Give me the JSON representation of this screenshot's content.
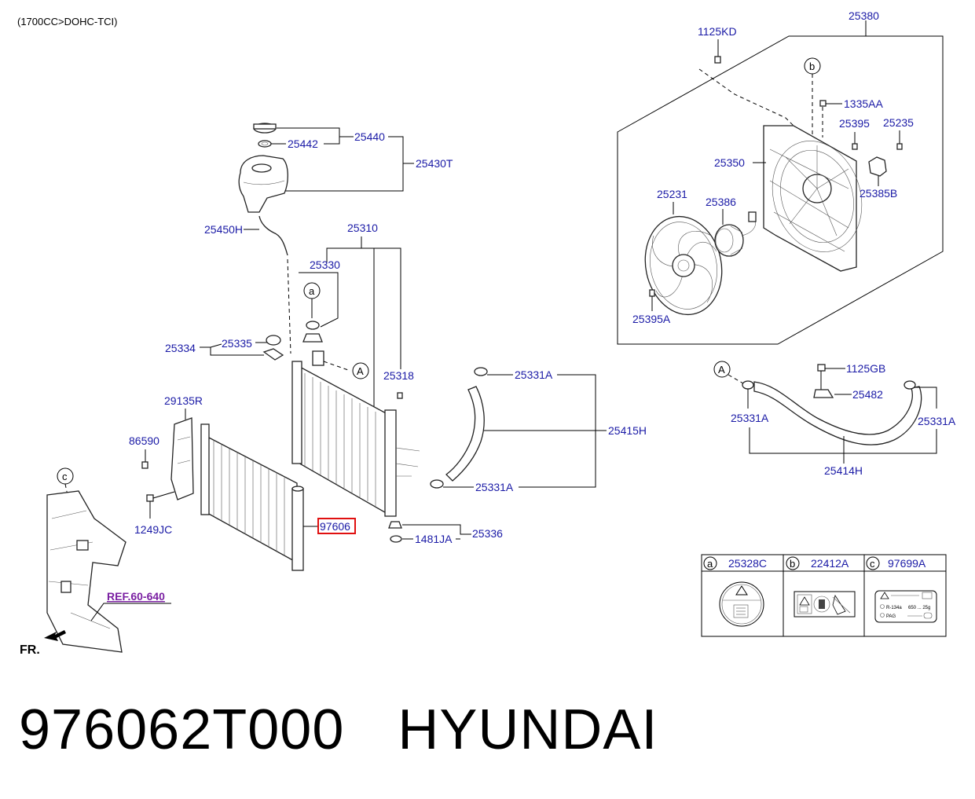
{
  "header_note": "(1700CC>DOHC-TCI)",
  "labels": {
    "l25380": "25380",
    "l1125KD": "1125KD",
    "l1335AA": "1335AA",
    "l25395": "25395",
    "l25235": "25235",
    "l25350": "25350",
    "l25385B": "25385B",
    "l25231": "25231",
    "l25386": "25386",
    "l25395A": "25395A",
    "l25440": "25440",
    "l25442": "25442",
    "l25430T": "25430T",
    "l25450H": "25450H",
    "l25310": "25310",
    "l25330": "25330",
    "l25335": "25335",
    "l25334": "25334",
    "l25318": "25318",
    "l25331A_1": "25331A",
    "l25415H": "25415H",
    "l25331A_2": "25331A",
    "l29135R": "29135R",
    "l86590": "86590",
    "l1249JC": "1249JC",
    "l97606": "97606",
    "l25336": "25336",
    "l1481JA": "1481JA",
    "l1125GB": "1125GB",
    "l25482": "25482",
    "l25331A_3": "25331A",
    "l25331A_4": "25331A",
    "l25414H": "25414H"
  },
  "callouts": {
    "a": "a",
    "b": "b",
    "c": "c",
    "A": "A"
  },
  "ref_label": "REF.60-640",
  "fr_label": "FR.",
  "legend": [
    {
      "key": "a",
      "part": "25328C"
    },
    {
      "key": "b",
      "part": "22412A"
    },
    {
      "key": "c",
      "part": "97699A"
    }
  ],
  "label_card_text": {
    "refrigerant": "R-134a",
    "amount": "650 ... 25g",
    "pag": "PAG"
  },
  "highlight_part": "97606",
  "caption": {
    "part_number": "976062T000",
    "brand": "HYUNDAI"
  },
  "colors": {
    "label_blue": "#1a1aa6",
    "highlight_red": "#e01010",
    "ref_purple": "#7a1fa2"
  }
}
